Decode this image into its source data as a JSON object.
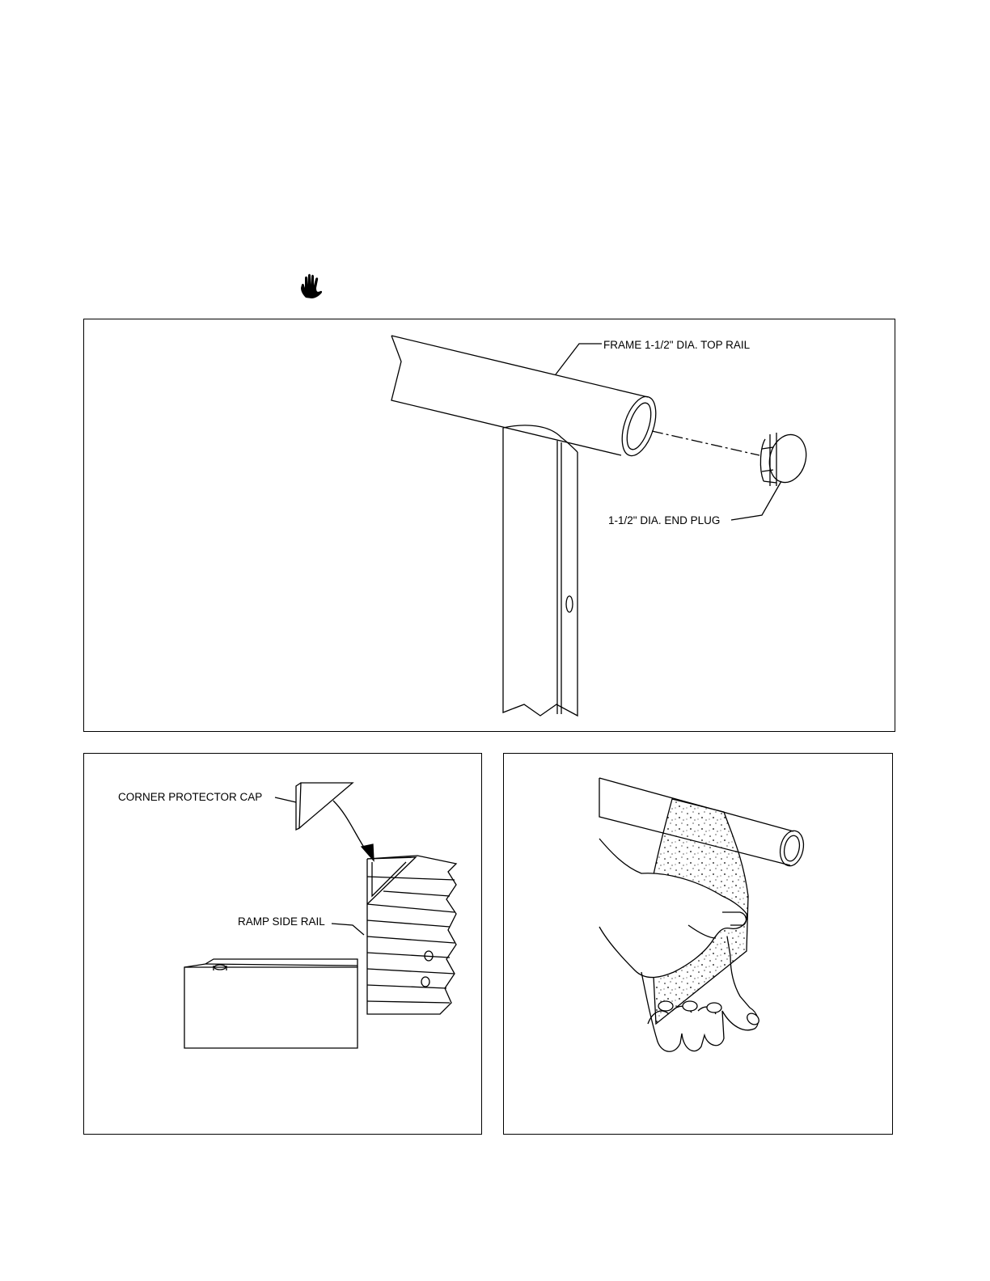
{
  "figures": {
    "top": {
      "label_top_rail": "FRAME 1-1/2\" DIA. TOP RAIL",
      "label_end_plug": "1-1/2\" DIA. END PLUG"
    },
    "bottom_left": {
      "label_corner_cap": "CORNER PROTECTOR CAP",
      "label_side_rail": "RAMP SIDE RAIL"
    },
    "bottom_right": {}
  },
  "icons": {
    "caution": "hand-stop-icon"
  },
  "colors": {
    "line": "#000000",
    "background": "#ffffff"
  }
}
